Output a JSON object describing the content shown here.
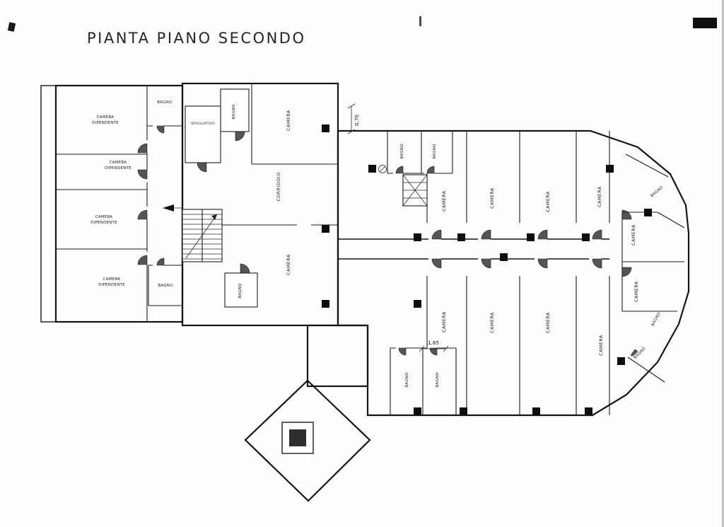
{
  "page": {
    "title": "PIANTA PIANO SECONDO"
  },
  "labels": {
    "camera": "CAMERA",
    "dipendente": "DIPENDENTE",
    "bagno": "BAGNO",
    "corridoio": "CORRIDOIO",
    "spogliatoio": "SPOGLIATOIO"
  },
  "dimensions": {
    "dim1": "0.70",
    "dim2": "1.65"
  }
}
